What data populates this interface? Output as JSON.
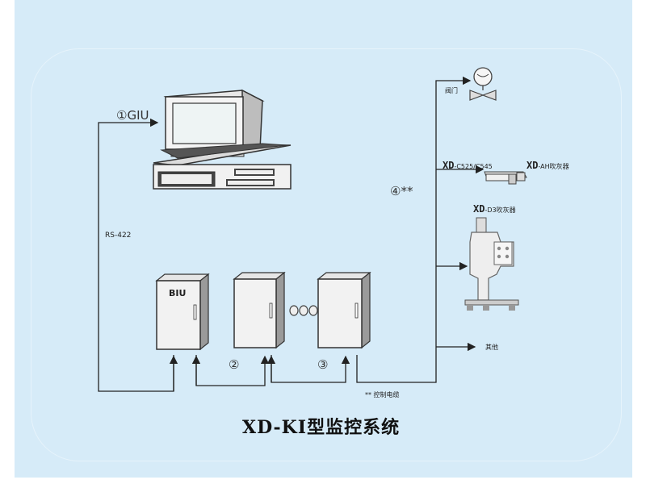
{
  "title": "XD-KⅠ型监控系统",
  "labels": {
    "giu": "①GIU",
    "rs422": "RS-422",
    "biu": "BIU",
    "circle2": "②",
    "circle3": "③",
    "circle4": "④**",
    "cable_note": "** 控制电缆",
    "valve": "阀门",
    "xd_c": "XD",
    "c_model": "-C525/C545",
    "xd_ah": "XD",
    "ah_model": "-AH吹灰器",
    "xd_d3": "XD",
    "d3_model": "-D3吹灰器",
    "other": "其他"
  },
  "colors": {
    "background": "#d6ebf8",
    "line": "#222222",
    "device_fill": "#f3f3f3",
    "screen": "#e9f1f2"
  },
  "icons": {
    "computer": "desktop-computer-icon",
    "cabinet": "control-cabinet-icon",
    "valve": "valve-icon",
    "soot_blower": "soot-blower-icon",
    "ellipsis": "ellipsis-dots-icon"
  }
}
